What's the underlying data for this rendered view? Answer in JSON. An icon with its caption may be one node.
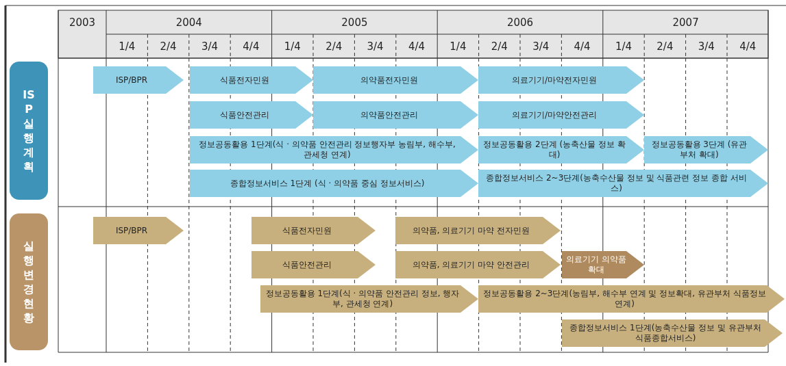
{
  "diagram": {
    "nodes": [
      {
        "text": [
          "ISP실행계획"
        ]
      },
      {
        "text": [
          "ISP/BPR"
        ]
      },
      {
        "text": [
          "식품전자민원"
        ]
      },
      {
        "text": [
          "의약품전자민원"
        ]
      },
      {
        "text": [
          "의료기기/마약전자민원"
        ]
      },
      {
        "text": [
          "식품안전관리"
        ]
      },
      {
        "text": [
          "의약품안전관리"
        ]
      },
      {
        "text": [
          "의료기기/마약안전관리"
        ]
      },
      {
        "text": [
          "정보공동활용 1단계(식 · 의약품 안전관리 정보행자부 농림부, 해수부, 관세청 연계)"
        ]
      },
      {
        "text": [
          "정보공동활용 2단계 (농축산물 정보 확대)"
        ]
      },
      {
        "text": [
          "정보공동활용 3단계 (유관부처 확대)"
        ]
      },
      {
        "text": [
          "종합정보서비스 1단계 (식 · 의약품 중심 정보서비스)"
        ]
      },
      {
        "text": [
          "종합정보서비스 2~3단계(농축수산물 정보 및 식품관련 정보 종합 서비스)"
        ]
      },
      {
        "text": [
          "실행변경현황"
        ]
      },
      {
        "text": [
          "ISP/BPR"
        ]
      },
      {
        "text": [
          "식품전자민원"
        ]
      },
      {
        "text": [
          "의약품, 의료기기 마약 전자민원"
        ]
      },
      {
        "text": [
          "식품안전관리"
        ]
      },
      {
        "text": [
          "의약품, 의료기기 마약 안전관리"
        ]
      },
      {
        "text": [
          "의료기기 의약품 확대"
        ]
      },
      {
        "text": [
          "정보공동활용 1단계(식 · 의약품 안전관리 정보, 행자부, 관세청 연계)"
        ]
      },
      {
        "text": [
          "정보공동활용 2~3단계(농림부, 해수부 연계 및 정보확대, 유관부처 식품정보 연계)"
        ]
      },
      {
        "text": [
          "종합정보서비스 1단계(농축수산물 정보 및 유관부처 식품종합서비스)"
        ]
      }
    ],
    "labels": [
      "2003",
      "2004",
      "2005",
      "2006",
      "2007",
      "1/4",
      "2/4",
      "3/4",
      "4/4",
      "1/4",
      "2/4",
      "3/4",
      "4/4",
      "1/4",
      "2/4",
      "3/4",
      "4/4",
      "1/4",
      "2/4",
      "3/4",
      "4/4"
    ]
  }
}
